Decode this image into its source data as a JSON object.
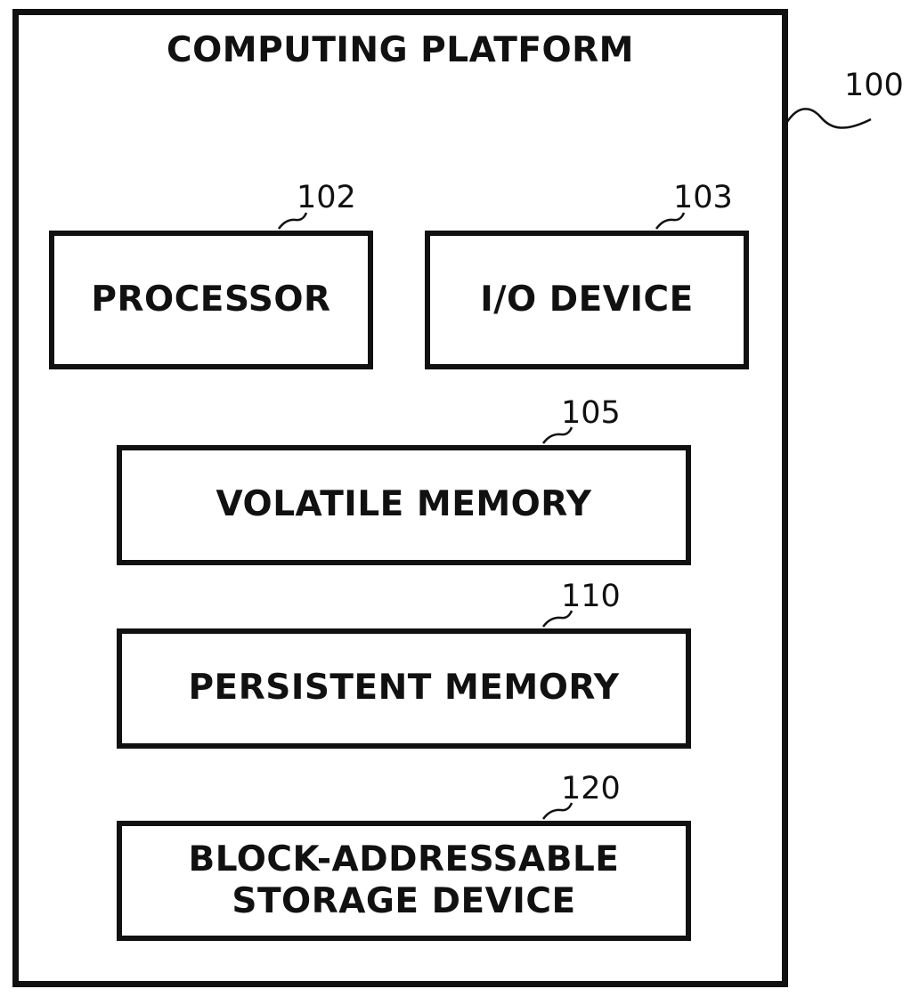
{
  "diagram": {
    "platform": {
      "label": "COMPUTING PLATFORM",
      "ref": "100"
    },
    "components": {
      "processor": {
        "label": "PROCESSOR",
        "ref": "102"
      },
      "io_device": {
        "label": "I/O DEVICE",
        "ref": "103"
      },
      "volatile_memory": {
        "label": "VOLATILE MEMORY",
        "ref": "105"
      },
      "persistent_memory": {
        "label": "PERSISTENT MEMORY",
        "ref": "110"
      },
      "storage_device": {
        "label": "BLOCK-ADDRESSABLE\nSTORAGE DEVICE",
        "ref": "120"
      }
    }
  }
}
